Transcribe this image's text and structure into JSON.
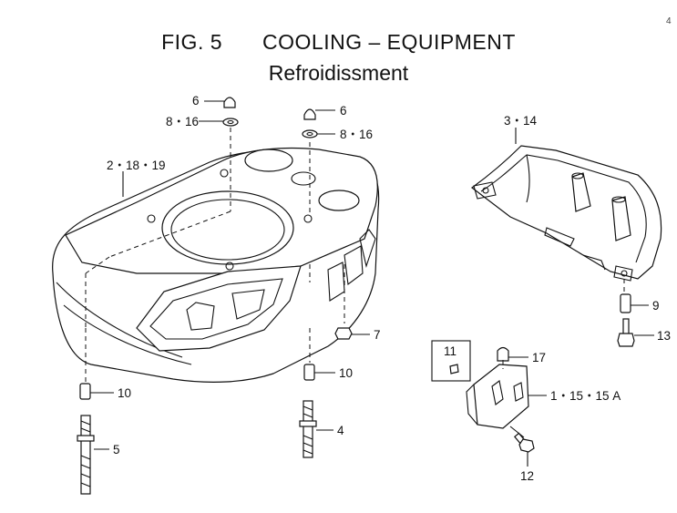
{
  "page": {
    "corner_mark": "4"
  },
  "title": {
    "fig": "FIG.  5",
    "name": "COOLING – EQUIPMENT",
    "subtitle": "Refroidissment"
  },
  "callouts": {
    "c_6a": "6",
    "c_6b": "6",
    "c_8_16a": "8・16",
    "c_8_16b": "8・16",
    "c_2_18_19": "2・18・19",
    "c_3_14": "3・14",
    "c_7": "7",
    "c_10a": "10",
    "c_10b": "10",
    "c_5": "5",
    "c_4": "4",
    "c_9": "9",
    "c_13": "13",
    "c_11": "11",
    "c_17": "17",
    "c_1_15_15a": "1・15・15 A",
    "c_12": "12"
  }
}
